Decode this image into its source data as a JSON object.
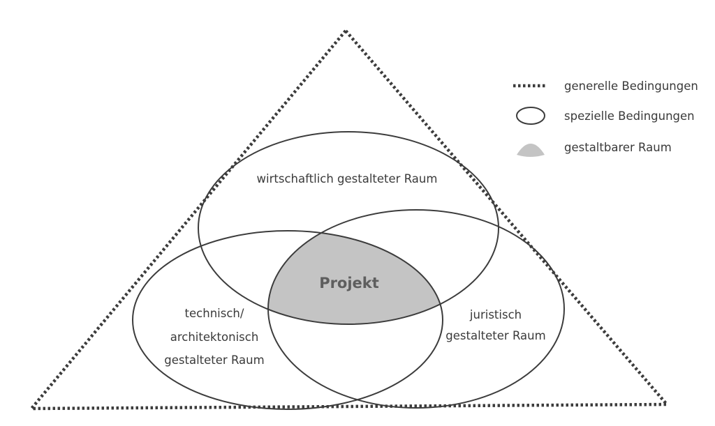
{
  "diagram": {
    "center_label": "Projekt",
    "regions": {
      "top_line1": "wirtschaftlich gestalteter Raum",
      "left_line1": "technisch/",
      "left_line2": "architektonisch",
      "left_line3": "gestalteter Raum",
      "right_line1": "juristisch",
      "right_line2": "gestalteter Raum"
    }
  },
  "legend": {
    "general": "generelle Bedingungen",
    "special": "spezielle Bedingungen",
    "space": "gestaltbarer Raum"
  },
  "colors": {
    "line": "#3c3c3c",
    "shade": "#c4c4c4",
    "text": "#3a3a3a"
  }
}
